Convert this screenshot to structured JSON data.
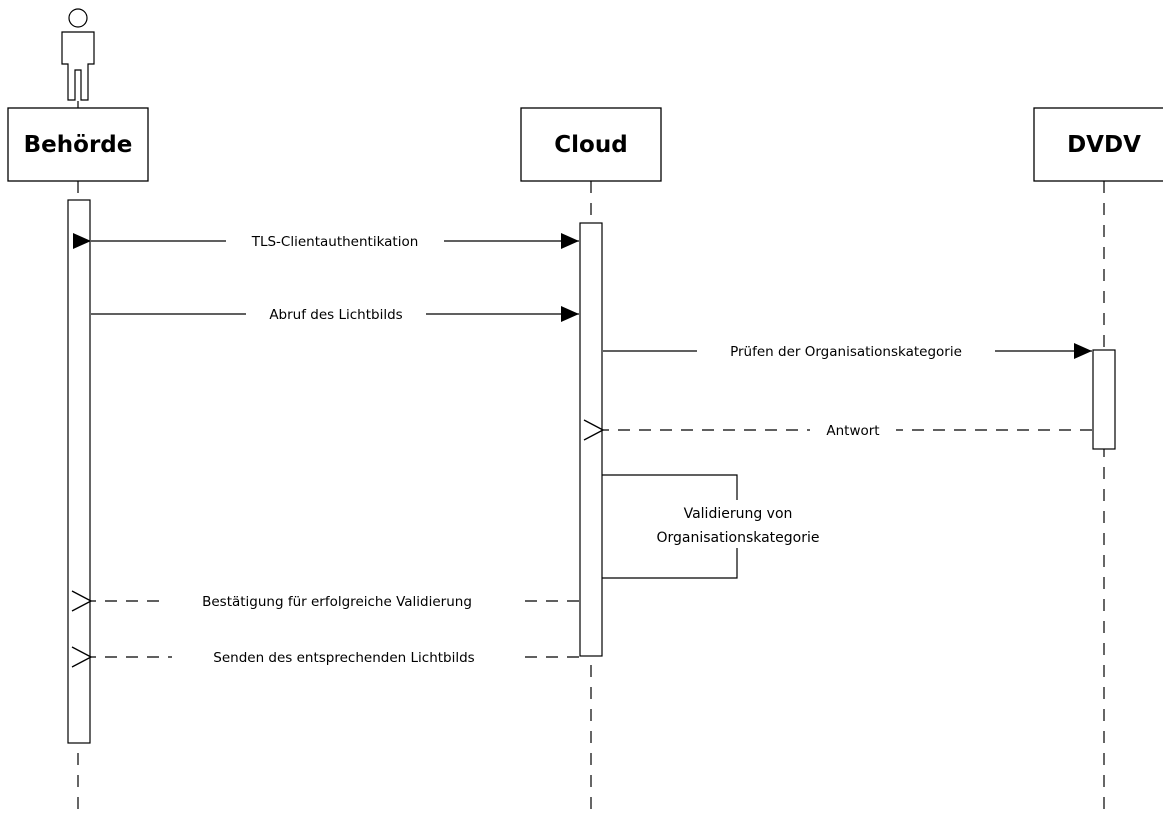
{
  "participants": {
    "behoerde": "Behörde",
    "cloud": "Cloud",
    "dvdv": "DVDV"
  },
  "messages": {
    "tls": "TLS-Clientauthentikation",
    "abruf": "Abruf des Lichtbilds",
    "pruefen": "Prüfen der Organisationskategorie",
    "antwort": "Antwort",
    "bestaetigung": "Bestätigung für erfolgreiche Validierung",
    "senden": "Senden des entsprechenden Lichtbilds"
  },
  "self_call": {
    "line1": "Validierung von",
    "line2": "Organisationskategorie"
  }
}
